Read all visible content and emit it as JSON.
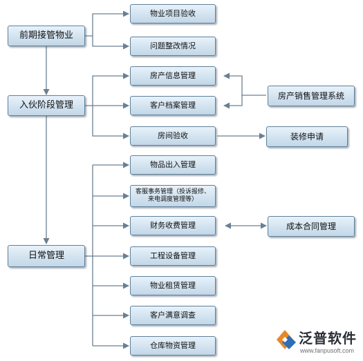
{
  "nodes": {
    "pre_takeover": "前期接管物业",
    "move_in": "入伙阶段管理",
    "daily": "日常管理",
    "project_acceptance": "物业项目验收",
    "issue_rectification": "问题整改情况",
    "property_info": "房产信息管理",
    "customer_files": "客户档案管理",
    "house_inspection": "房间验收",
    "goods_in_out": "物品出入管理",
    "customer_service": "客服事务管理（投诉报修、来电调度管理等）",
    "finance_fees": "财务收费管理",
    "engineering_equipment": "工程设备管理",
    "property_leasing": "物业租赁管理",
    "satisfaction_survey": "客户满意调查",
    "warehouse_materials": "仓库物资管理",
    "sales_system": "房产销售管理系统",
    "decoration_application": "装修申请",
    "cost_contract": "成本合同管理"
  },
  "logo": {
    "name": "泛普软件",
    "url": "www.fanpusoft.com",
    "colors": {
      "orange": "#e8882a",
      "blue": "#2f6db5"
    }
  },
  "colors": {
    "connector": "#6a7f92",
    "box_border": "#5f7f98"
  }
}
